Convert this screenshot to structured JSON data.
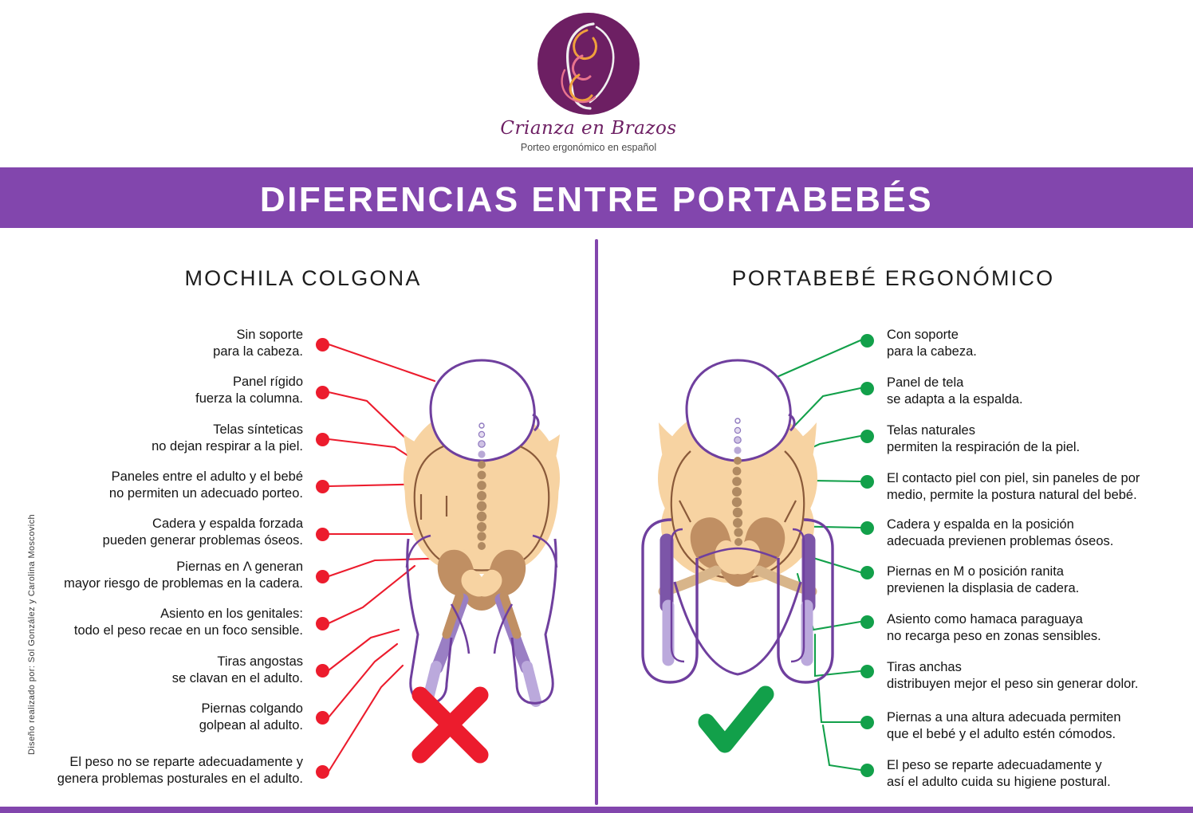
{
  "brand": {
    "name": "Crianza en Brazos",
    "tagline": "Porteo ergonómico en español",
    "logo_icon": "mother-and-baby-logo-icon",
    "logo_circle_color": "#6d1f63"
  },
  "header": {
    "title": "DIFERENCIAS ENTRE PORTABEBÉS",
    "band_color": "#8246ad",
    "title_color": "#ffffff"
  },
  "credit": {
    "text": "Diseño realizado por: Sol González y Carolina Moscovich"
  },
  "colors": {
    "purple": "#8246ad",
    "outline_purple": "#6f3f9e",
    "red": "#ec1c2d",
    "green": "#12a04a",
    "skin": "#f7d3a2",
    "bone": "#c08f63",
    "text": "#141414"
  },
  "left_column": {
    "heading": "MOCHILA COLGONA",
    "verdict_icon": "red-x-icon",
    "verdict_color": "#ec1c2d",
    "dot_color": "#ec1c2d",
    "items": [
      {
        "line1": "Sin soporte",
        "line2": "para la cabeza."
      },
      {
        "line1": "Panel rígido",
        "line2": "fuerza la columna."
      },
      {
        "line1": "Telas sínteticas",
        "line2": "no dejan respirar a la piel."
      },
      {
        "line1": "Paneles entre el adulto y el bebé",
        "line2": "no permiten un adecuado porteo."
      },
      {
        "line1": "Cadera y espalda forzada",
        "line2": "pueden generar problemas óseos."
      },
      {
        "line1": "Piernas en  Λ  generan",
        "line2": "mayor riesgo de problemas en la cadera."
      },
      {
        "line1": "Asiento en los genitales:",
        "line2": "todo el peso recae en un foco sensible."
      },
      {
        "line1": "Tiras angostas",
        "line2": "se clavan en el adulto."
      },
      {
        "line1": "Piernas colgando",
        "line2": "golpean al adulto."
      },
      {
        "line1": "El peso no se reparte adecuadamente y",
        "line2": "genera problemas posturales en el adulto."
      }
    ]
  },
  "right_column": {
    "heading": "PORTABEBÉ ERGONÓMICO",
    "verdict_icon": "green-check-icon",
    "verdict_color": "#12a04a",
    "dot_color": "#12a04a",
    "items": [
      {
        "line1": "Con soporte",
        "line2": "para la cabeza."
      },
      {
        "line1": "Panel de tela",
        "line2": "se adapta a la espalda."
      },
      {
        "line1": "Telas naturales",
        "line2": "permiten la respiración de la piel."
      },
      {
        "line1": "El contacto piel con piel, sin paneles de por",
        "line2": "medio, permite la postura natural del bebé."
      },
      {
        "line1": "Cadera y espalda en la posición",
        "line2": "adecuada previenen problemas óseos."
      },
      {
        "line1": "Piernas en M o posición ranita",
        "line2": "previenen la displasia de cadera."
      },
      {
        "line1": "Asiento como hamaca paraguaya",
        "line2": "no recarga peso en zonas sensibles."
      },
      {
        "line1": " Tiras anchas",
        "line2": "distribuyen mejor el peso sin generar dolor."
      },
      {
        "line1": "Piernas a una altura adecuada permiten",
        "line2": "que el bebé y el adulto estén cómodos."
      },
      {
        "line1": "El peso se reparte adecuadamente y",
        "line2": "así el adulto cuida su higiene postural."
      }
    ]
  },
  "illustrations": {
    "left": {
      "name": "baby-in-narrow-carrier-diagram",
      "leg_position": "Λ (legs hanging)"
    },
    "right": {
      "name": "baby-in-ergonomic-carrier-diagram",
      "leg_position": "M (froggy / spread-squat)"
    }
  }
}
